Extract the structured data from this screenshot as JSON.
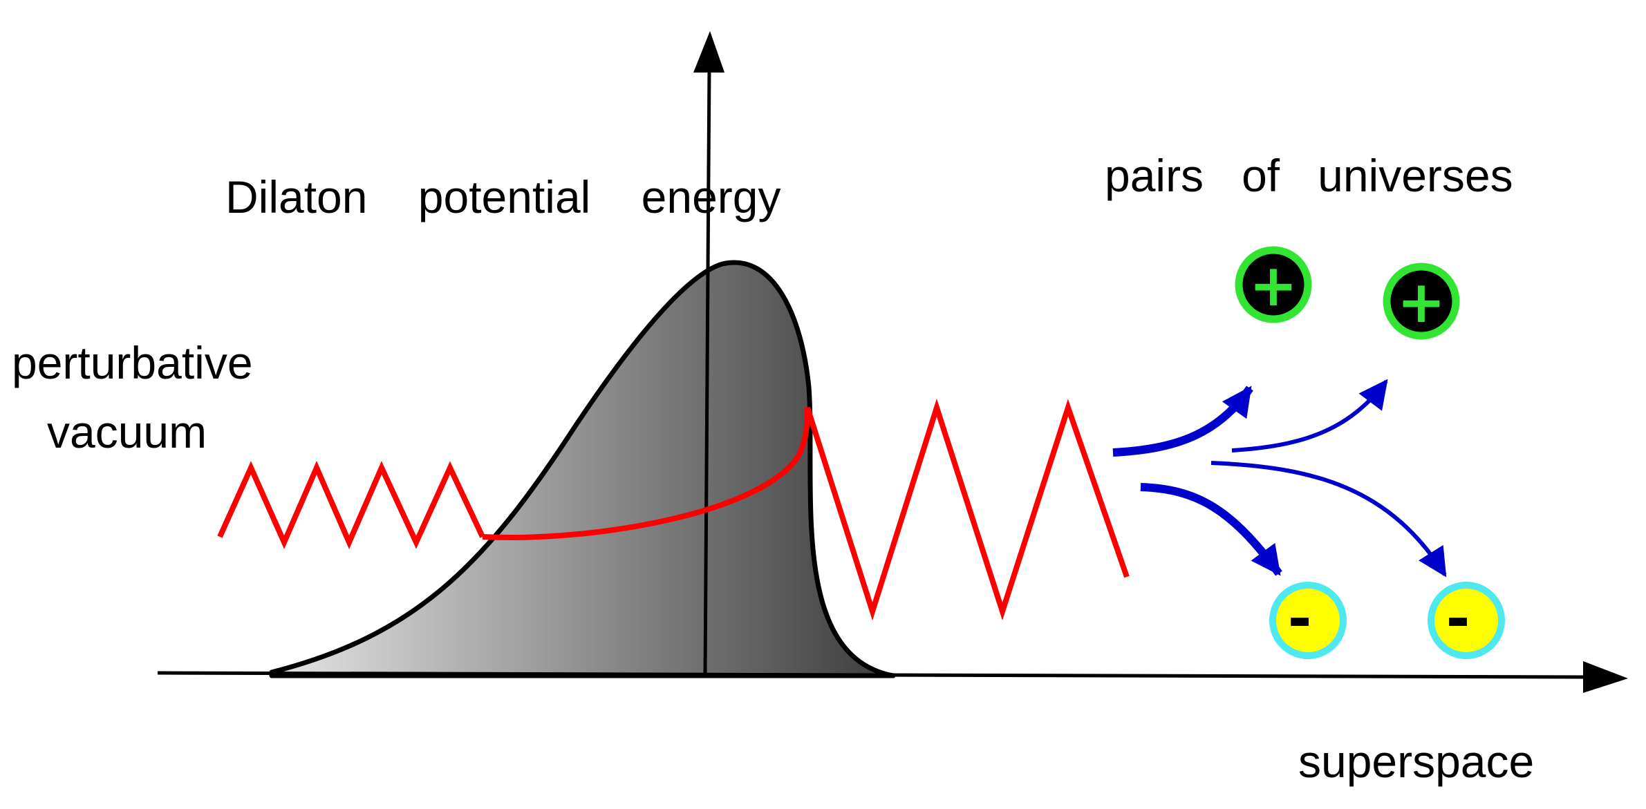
{
  "labels": {
    "title": "Dilaton    potential    energy",
    "perturbative_line1": "perturbative",
    "perturbative_line2": "vacuum",
    "pairs": "pairs   of   universes",
    "superspace": "superspace"
  },
  "universes": {
    "plus_sign": "+",
    "minus_sign": "-",
    "plus_fill": "#000000",
    "plus_ring": "#33e533",
    "plus_text": "#33e533",
    "minus_fill": "#ffff00",
    "minus_ring": "#4de8f0",
    "minus_text": "#000000"
  },
  "colors": {
    "axis": "#000000",
    "zigzag": "#ff0000",
    "arrows": "#0000cc",
    "barrier_light": "#e6e6e6",
    "barrier_dark": "#3a3a3a"
  }
}
